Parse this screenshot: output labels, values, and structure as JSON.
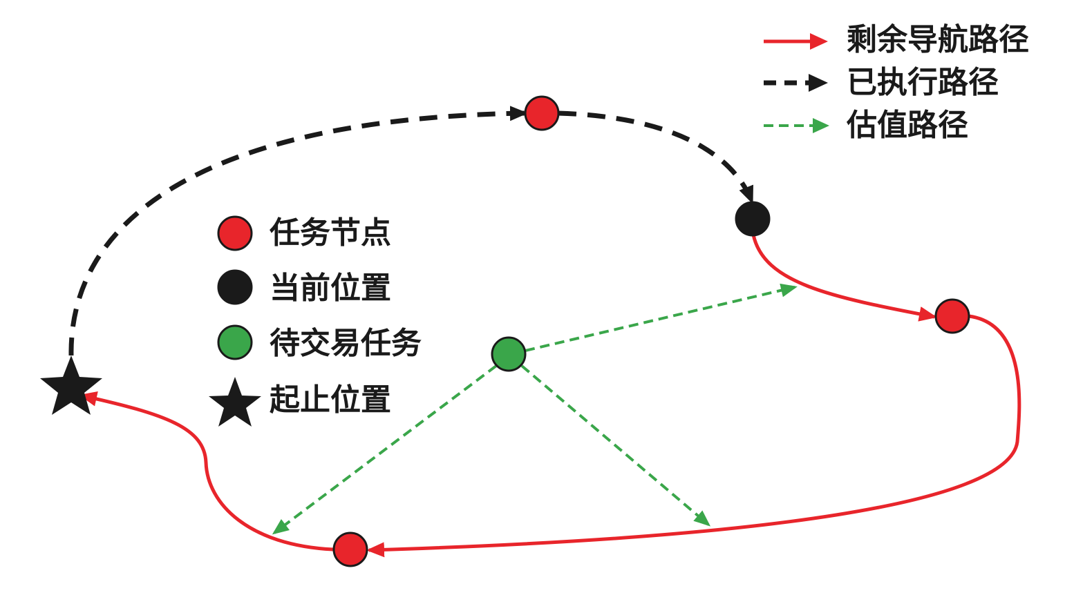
{
  "colors": {
    "red_path": "#e8252b",
    "black_path": "#1a1a1a",
    "green_path": "#3aa64a",
    "task_node": "#e8252b",
    "current_node": "#1a1a1a",
    "pending_node": "#3aa64a",
    "start_end": "#1a1a1a"
  },
  "legend_paths": [
    {
      "id": "remaining",
      "label": "剩余导航路径",
      "style": "solid",
      "color": "#e8252b"
    },
    {
      "id": "executed",
      "label": "已执行路径",
      "style": "dashed",
      "color": "#1a1a1a"
    },
    {
      "id": "estimated",
      "label": "估值路径",
      "style": "dotted",
      "color": "#3aa64a"
    }
  ],
  "legend_markers": [
    {
      "id": "task-node",
      "label": "任务节点",
      "shape": "circle",
      "color": "#e8252b"
    },
    {
      "id": "current-position",
      "label": "当前位置",
      "shape": "circle",
      "color": "#1a1a1a"
    },
    {
      "id": "pending-task",
      "label": "待交易任务",
      "shape": "circle",
      "color": "#3aa64a"
    },
    {
      "id": "start-end",
      "label": "起止位置",
      "shape": "star",
      "color": "#1a1a1a"
    }
  ]
}
